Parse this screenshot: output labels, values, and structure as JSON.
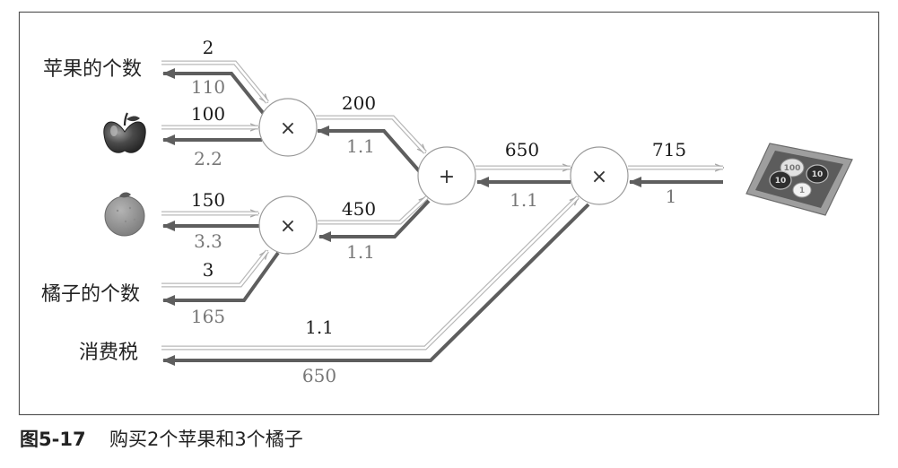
{
  "inputs": {
    "apple_count_label": "苹果的个数",
    "orange_count_label": "橘子的个数",
    "tax_label": "消费税"
  },
  "nodes": {
    "mul_apple": "×",
    "mul_orange": "×",
    "add": "+",
    "mul_tax": "×"
  },
  "forward": {
    "apple_count": "2",
    "apple_price": "100",
    "orange_price": "150",
    "orange_count": "3",
    "apple_total": "200",
    "orange_total": "450",
    "sum": "650",
    "tax": "1.1",
    "price": "715"
  },
  "backward": {
    "apple_count": "110",
    "apple_price": "2.2",
    "orange_price": "3.3",
    "orange_count": "165",
    "apple_total": "1.1",
    "orange_total": "1.1",
    "sum": "1.1",
    "tax": "650",
    "output": "1"
  },
  "tray": {
    "coin_100": "100",
    "coin_10a": "10",
    "coin_10b": "10",
    "coin_1": "1"
  },
  "caption": {
    "figure": "图5-17",
    "text": "购买2个苹果和3个橘子"
  },
  "colors": {
    "forward_arrow": "#b8b8b8",
    "backward_arrow": "#5e5e5e",
    "frame": "#555555"
  }
}
